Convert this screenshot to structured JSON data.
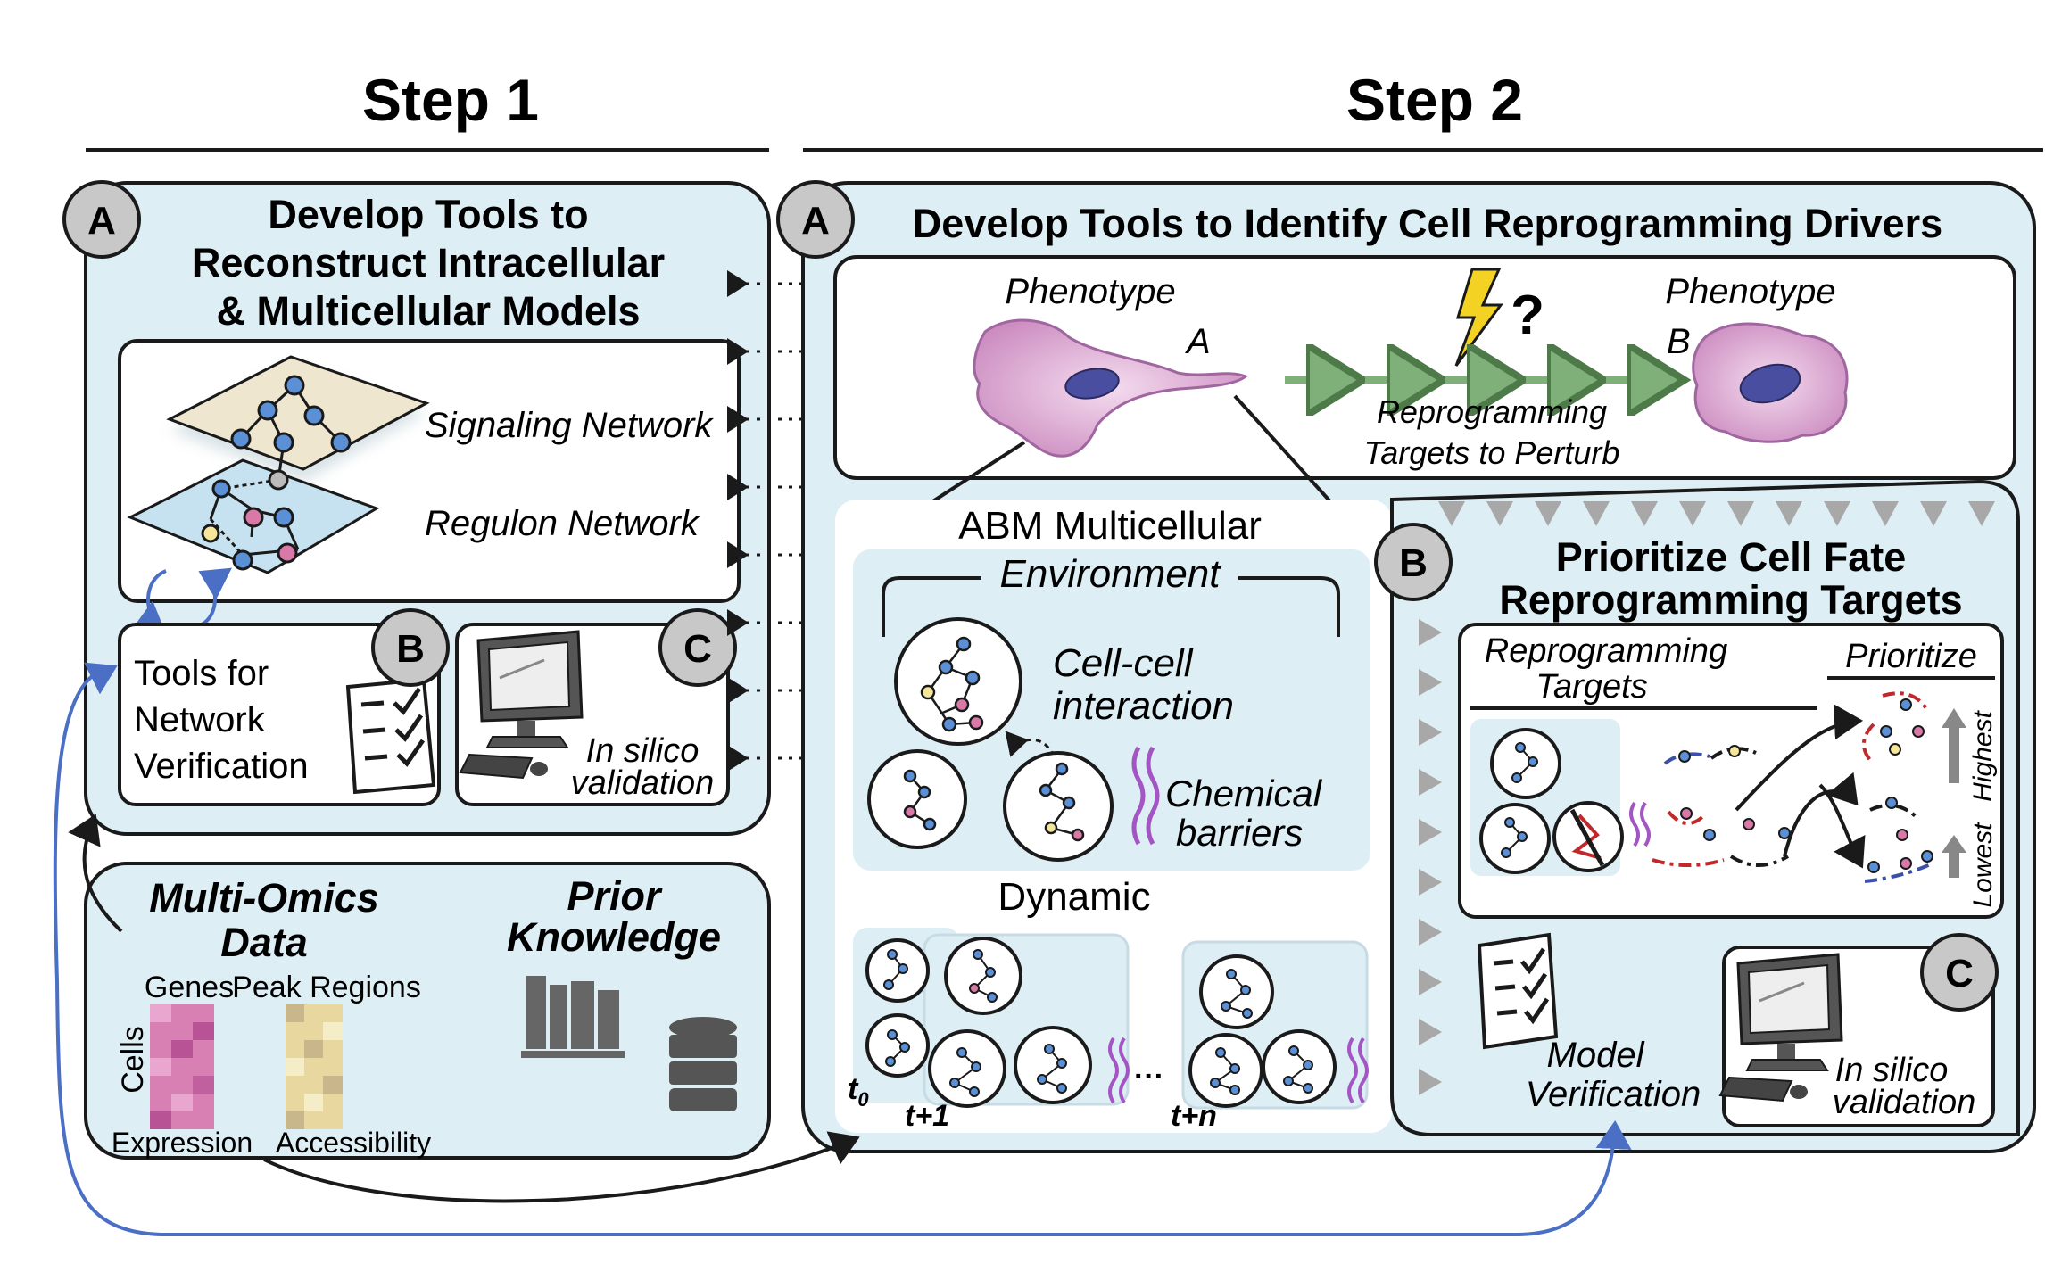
{
  "steps": {
    "step1": "Step 1",
    "step2": "Step 2"
  },
  "badges": {
    "a": "A",
    "b": "B",
    "c": "C"
  },
  "step1": {
    "panel_a_title": [
      "Develop Tools to",
      "Reconstruct Intracellular",
      "& Multicellular Models"
    ],
    "signaling": "Signaling Network",
    "regulon": "Regulon Network",
    "verification_tools": [
      "Tools for",
      "Network",
      "Verification"
    ],
    "in_silico": [
      "In silico",
      "validation"
    ],
    "multi_omics": [
      "Multi-Omics",
      "Data"
    ],
    "prior_knowledge": [
      "Prior",
      "Knowledge"
    ],
    "genes": "Genes",
    "peak_regions": "Peak Regions",
    "cells": "Cells",
    "expression": "Expression",
    "accessibility": "Accessibility"
  },
  "step2": {
    "panel_a_title": "Develop Tools to Identify Cell Reprogramming Drivers",
    "phenotype": "Phenotype",
    "pheno_a": "A",
    "pheno_b": "B",
    "question": "?",
    "reprogramming_targets_to_perturb": [
      "Reprogramming",
      "Targets to Perturb"
    ],
    "abm_multicellular": "ABM Multicellular",
    "environment": "Environment",
    "cell_cell": [
      "Cell-cell",
      "interaction"
    ],
    "chemical_barriers": [
      "Chemical",
      "barriers"
    ],
    "dynamic": "Dynamic",
    "t0": "t",
    "t0_sub": "0",
    "t1": "t+1",
    "tn": "t+n",
    "ellipsis": "···",
    "panel_b_title": [
      "Prioritize Cell Fate",
      "Reprogramming Targets"
    ],
    "reprog_targets": [
      "Reprogramming",
      "Targets"
    ],
    "prioritize": "Prioritize",
    "highest": "Highest",
    "lowest": "Lowest",
    "model_verification": [
      "Model",
      "Verification"
    ],
    "in_silico": [
      "In silico",
      "validation"
    ]
  },
  "colors": {
    "panel_fill": "#ddeef5",
    "stroke": "#1a1a1a",
    "badge_fill": "#c8c8c8",
    "cell_pink": "#d9a6cf",
    "nucleus": "#4a4ea0",
    "arrow_green": "#9fd09a",
    "blue_arrow": "#4a6fc4",
    "purple_wave": "#a455c4"
  },
  "icons": [
    "lightning-icon",
    "checklist-icon",
    "computer-icon",
    "books-icon",
    "database-icon",
    "cycle-arrows-icon"
  ]
}
